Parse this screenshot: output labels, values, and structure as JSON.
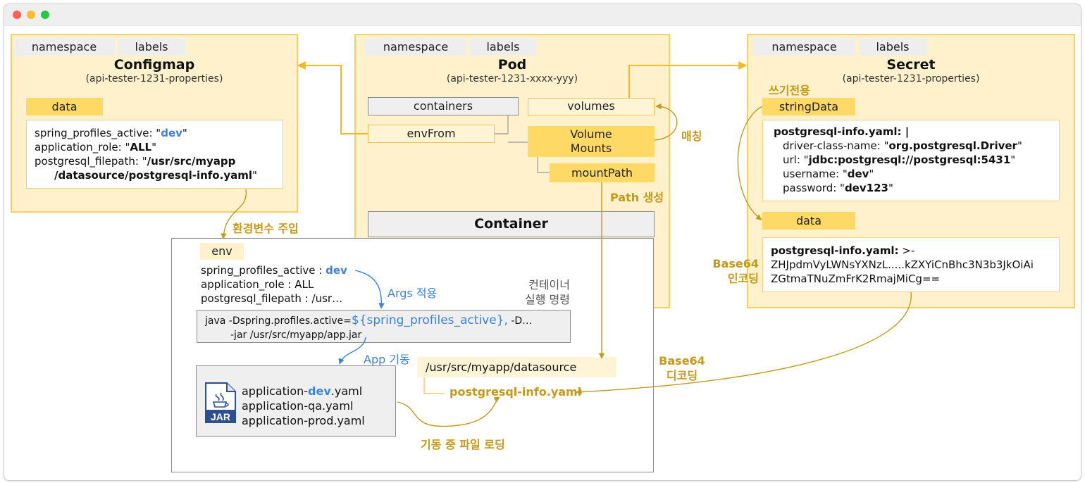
{
  "configmap": {
    "tags": [
      "namespace",
      "labels"
    ],
    "title": "Configmap",
    "subtitle": "(api-tester-1231-properties)",
    "data_label": "data",
    "lines": {
      "l1_key": "spring_profiles_active: \"",
      "l1_val": "dev",
      "l1_end": "\"",
      "l2_key": "application_role: \"",
      "l2_val": "ALL",
      "l2_end": "\"",
      "l3_key": "postgresql_filepath: \"",
      "l3_val": "/usr/src/myapp",
      "l4_val": "/datasource/postgresql-info.yaml",
      "l4_end": "\""
    }
  },
  "pod": {
    "tags": [
      "namespace",
      "labels"
    ],
    "title": "Pod",
    "subtitle": "(api-tester-1231-xxxx-yyy)",
    "containers": "containers",
    "volumes": "volumes",
    "envFrom": "envFrom",
    "volume_mounts": [
      "Volume",
      "Mounts"
    ],
    "mount_path": "mountPath",
    "container_title": "Container"
  },
  "secret": {
    "tags": [
      "namespace",
      "labels"
    ],
    "title": "Secret",
    "subtitle": "(api-tester-1231-properties)",
    "write_only": "쓰기전용",
    "string_data_label": "stringData",
    "string_data": {
      "head": "postgresql-info.yaml: |",
      "l1_key": "driver-class-name: \"",
      "l1_val": "org.postgresql.Driver",
      "l1_end": "\"",
      "l2_key": "url: \"",
      "l2_val": "jdbc:postgresql://postgresql:5431",
      "l2_end": "\"",
      "l3_key": "username: \"",
      "l3_val": "dev",
      "l3_end": "\"",
      "l4_key": "password: \"",
      "l4_val": "dev123",
      "l4_end": "\""
    },
    "data_label": "data",
    "data": {
      "head": "postgresql-info.yaml:",
      "head_end": " >-",
      "l1": "ZHJpdmVyLWNsYXNzL.....kZXYiCnBhc3N3b3JkOiAi",
      "l2": "ZGtmaTNuZmFrK2RmajMiCg=="
    }
  },
  "container": {
    "env_label": "env",
    "env": {
      "l1_key": "spring_profiles_active : ",
      "l1_val": "dev",
      "l2": "application_role : ALL",
      "l3": "postgresql_filepath : /usr…"
    },
    "command": {
      "l1_pre": "java -Dspring.profiles.active=",
      "l1_var": "${spring_profiles_active},",
      "l1_post": " -D…",
      "l2": "-jar /usr/src/myapp/app.jar"
    },
    "jar_icon": "JAR",
    "files": {
      "f1_pre": "application-",
      "f1_val": "dev",
      "f1_post": ".yaml",
      "f2": "application-qa.yaml",
      "f3": "application-prod.yaml"
    },
    "datasource_path": "/usr/src/myapp/datasource",
    "datasource_file": "postgresql-info.yaml"
  },
  "labels": {
    "env_inject": "환경변수 주입",
    "matching": "매칭",
    "path_create": "Path 생성",
    "args_apply": "Args 적용",
    "container_cmd": [
      "컨테이너",
      "실행 명령"
    ],
    "app_start": "App 기동",
    "file_loading": "기동 중 파일 로딩",
    "base64_encode": [
      "Base64",
      "인코딩"
    ],
    "base64_decode": [
      "Base64",
      "디코딩"
    ]
  },
  "colors": {
    "panel": "#fff1cc",
    "panel_border": "#f8cf63",
    "accent_yellow": "#ffd966",
    "gold": "#c39a1a",
    "blue": "#3c82dc",
    "arrow": "#f2b827"
  }
}
